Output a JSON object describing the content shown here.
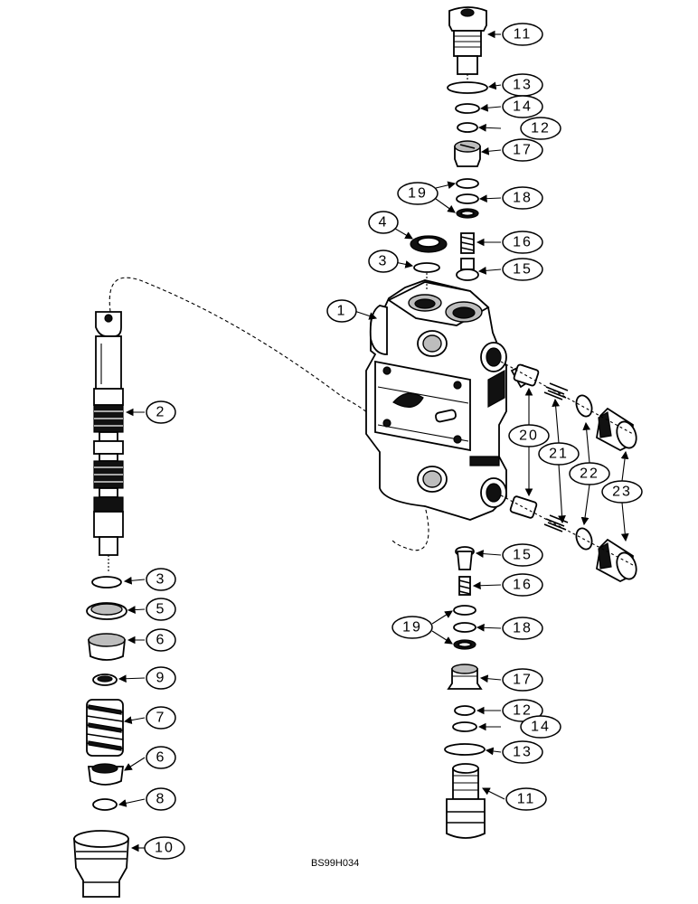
{
  "drawing_code": "BS99H034",
  "callouts": {
    "c1": "1",
    "c2": "2",
    "c3a": "3",
    "c3b": "3",
    "c4": "4",
    "c5": "5",
    "c6a": "6",
    "c6b": "6",
    "c7": "7",
    "c8": "8",
    "c9": "9",
    "c10": "10",
    "c11a": "11",
    "c11b": "11",
    "c12a": "12",
    "c12b": "12",
    "c13a": "13",
    "c13b": "13",
    "c14a": "14",
    "c14b": "14",
    "c15a": "15",
    "c15b": "15",
    "c16a": "16",
    "c16b": "16",
    "c17a": "17",
    "c17b": "17",
    "c18a": "18",
    "c18b": "18",
    "c19a": "19",
    "c19b": "19",
    "c20": "20",
    "c21": "21",
    "c22": "22",
    "c23": "23"
  }
}
